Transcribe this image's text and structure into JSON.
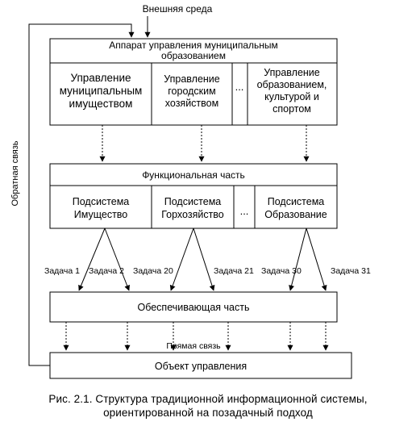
{
  "environment_label": "Внешняя среда",
  "feedback_label": "Обратная связь",
  "direct_link_label": "Прямая связь",
  "management": {
    "title_line1": "Аппарат управления муниципальным",
    "title_line2": "образованием",
    "units": [
      {
        "lines": [
          "Управление",
          "муниципальным",
          "имуществом"
        ]
      },
      {
        "lines": [
          "Управление",
          "городским",
          "хозяйством"
        ]
      },
      {
        "lines": [
          "..."
        ]
      },
      {
        "lines": [
          "Управление",
          "образованием,",
          "культурой и",
          "спортом"
        ]
      }
    ]
  },
  "functional": {
    "title": "Функциональная часть",
    "subsystems": [
      {
        "lines": [
          "Подсистема",
          "Имущество"
        ]
      },
      {
        "lines": [
          "Подсистема",
          "Горхозяйство"
        ]
      },
      {
        "lines": [
          "..."
        ]
      },
      {
        "lines": [
          "Подсистема",
          "Образование"
        ]
      }
    ]
  },
  "tasks": [
    "Задача 1",
    "Задача 2",
    "Задача 20",
    "Задача 21",
    "Задача 30",
    "Задача 31"
  ],
  "support": {
    "title": "Обеспечивающая часть"
  },
  "object": {
    "title": "Объект управления"
  },
  "caption": {
    "line1": "Рис. 2.1. Структура традиционной информационной системы,",
    "line2": "ориентированной на позадачный подход"
  }
}
